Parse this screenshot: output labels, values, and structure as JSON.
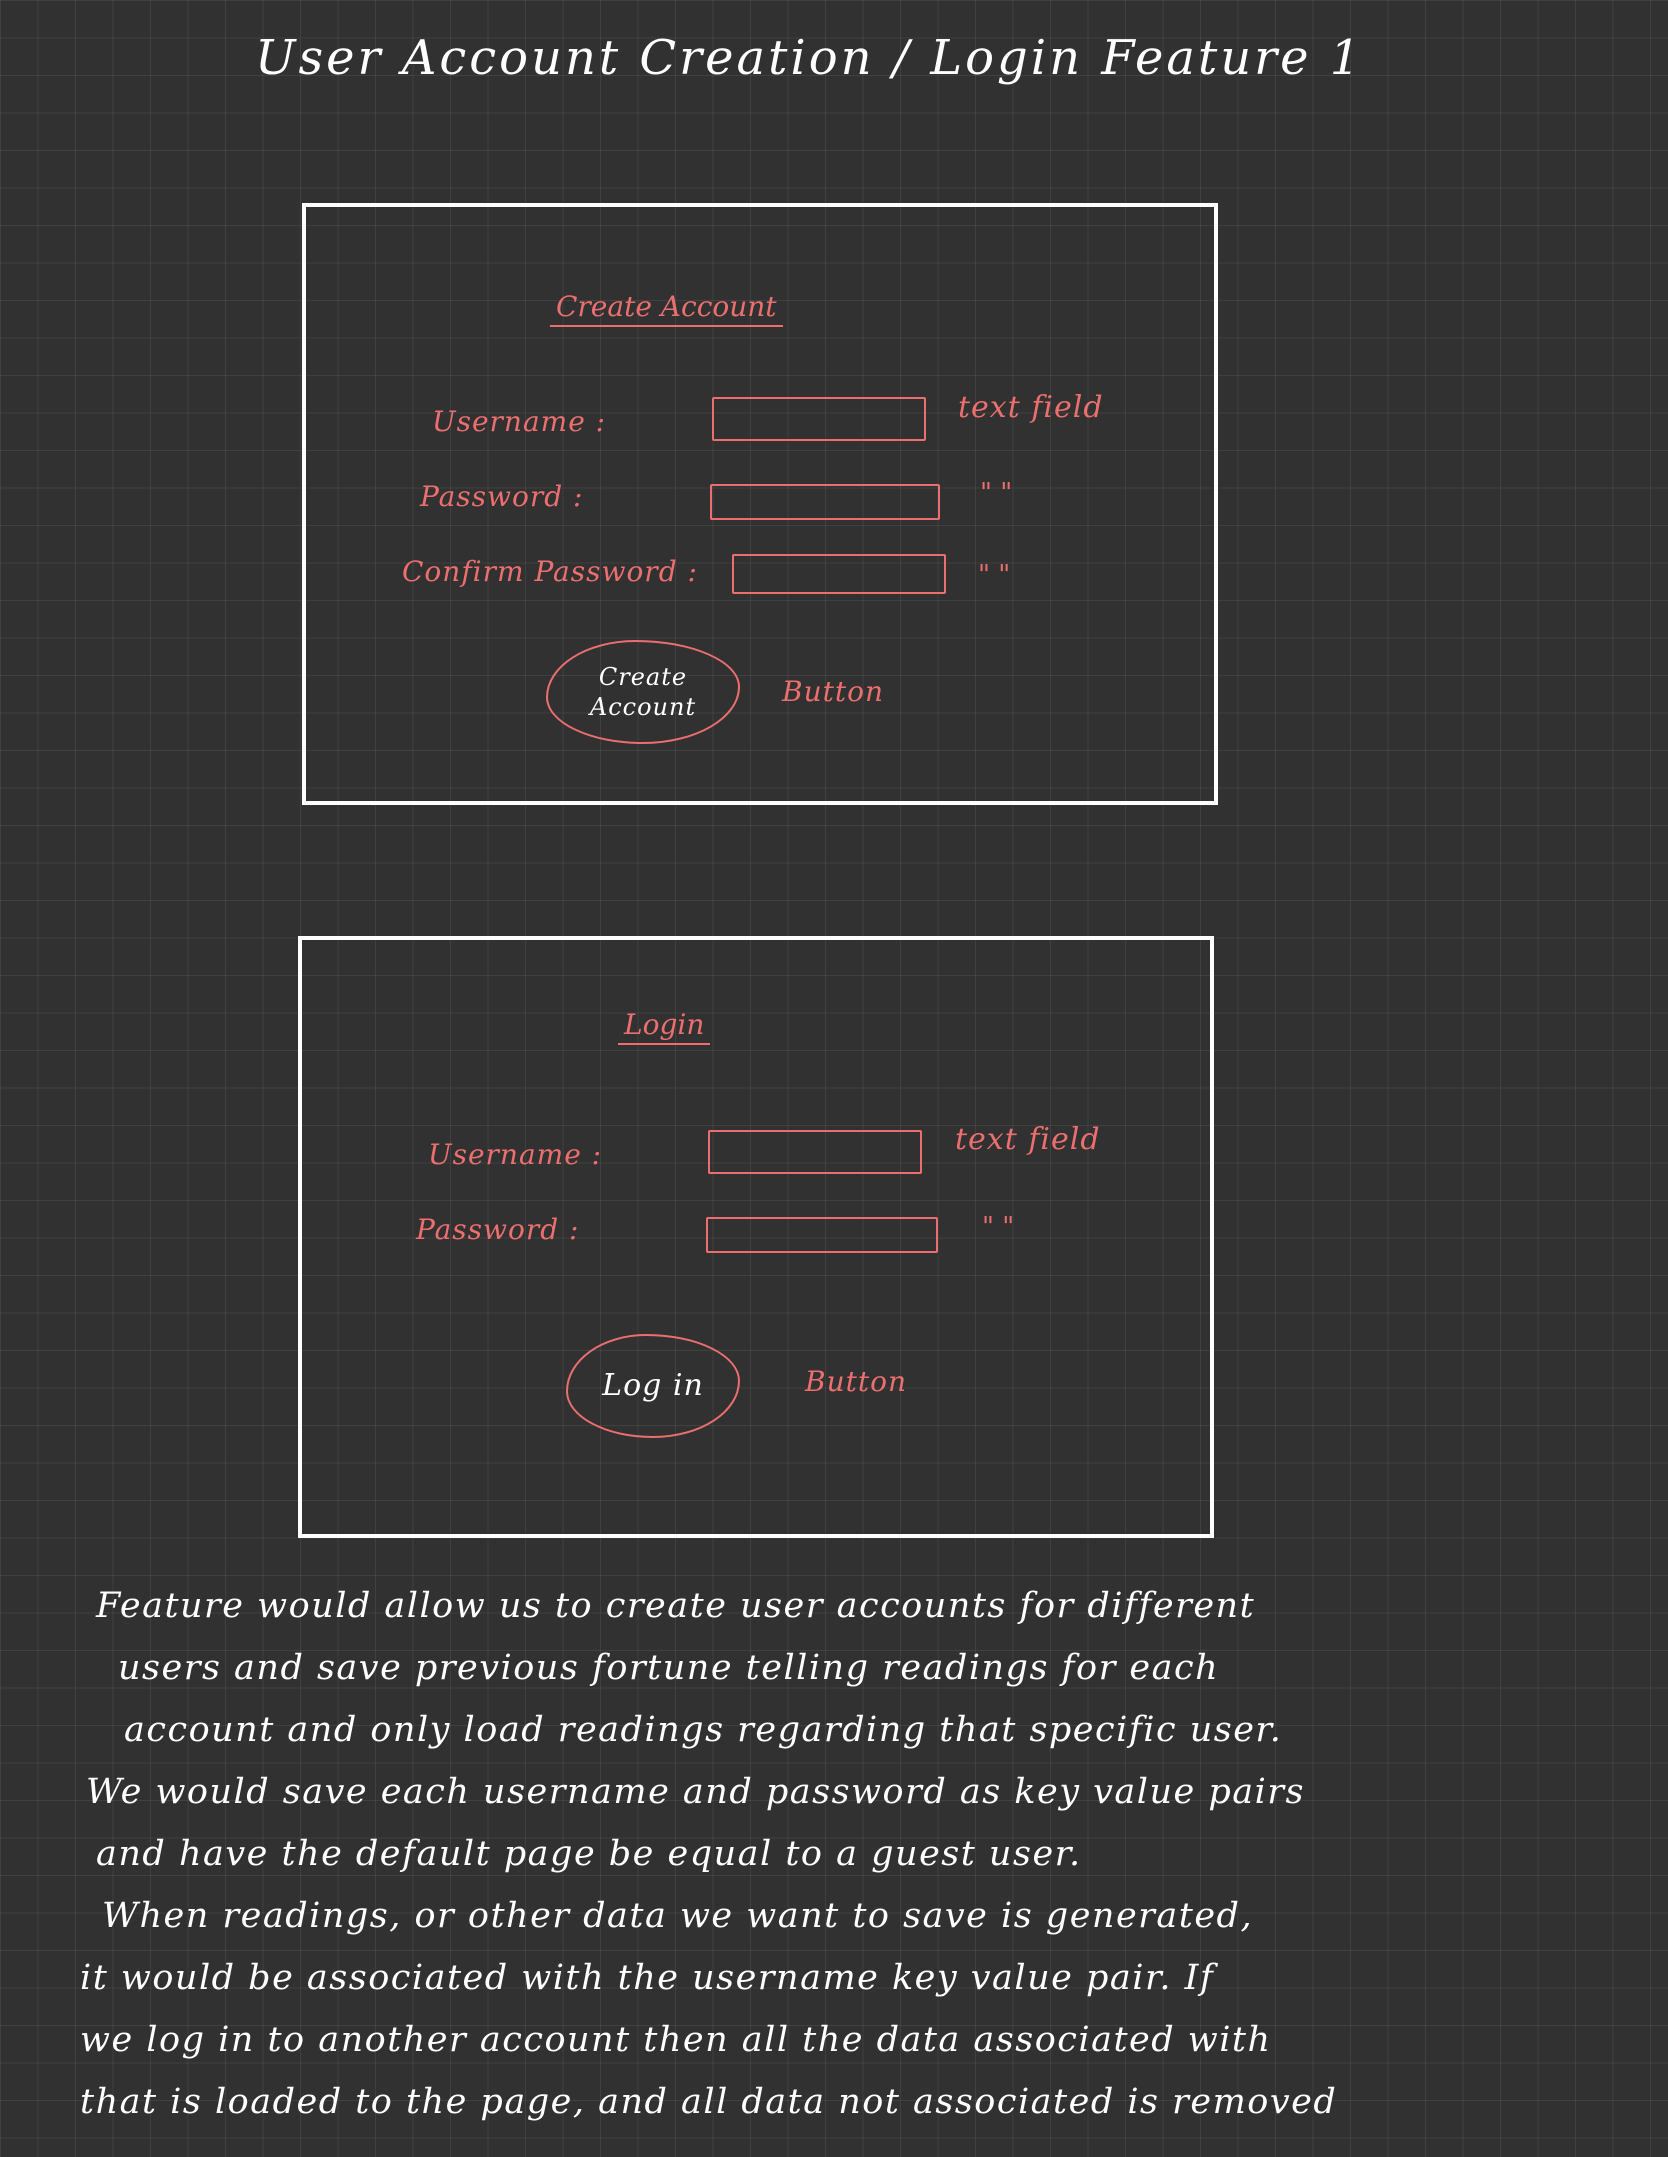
{
  "title": "User Account Creation / Login Feature 1",
  "create_account": {
    "heading": "Create Account",
    "fields": [
      {
        "label": "Username :",
        "note": "text field"
      },
      {
        "label": "Password :",
        "note": "\"    \""
      },
      {
        "label": "Confirm Password :",
        "note": "\"    \""
      }
    ],
    "button_label": "Create Account",
    "button_note": "Button"
  },
  "login": {
    "heading": "Login",
    "fields": [
      {
        "label": "Username :",
        "note": "text field"
      },
      {
        "label": "Password :",
        "note": "\"    \""
      }
    ],
    "button_label": "Log in",
    "button_note": "Button"
  },
  "description": [
    "Feature would allow us to create user accounts for different",
    "users and save previous fortune telling readings for each",
    "account and only load readings regarding that specific user.",
    "We would save each username and password as key value pairs",
    "and have the default page be equal to a guest user.",
    "When readings, or other data we want to save is generated,",
    "it would be associated with the username key value pair. If",
    "we log in to another account then all the data associated with",
    "that is loaded to the page, and all data not associated is removed"
  ],
  "colors": {
    "background": "#313131",
    "ink": "#ffffff",
    "annotation": "#ec6f6f"
  }
}
